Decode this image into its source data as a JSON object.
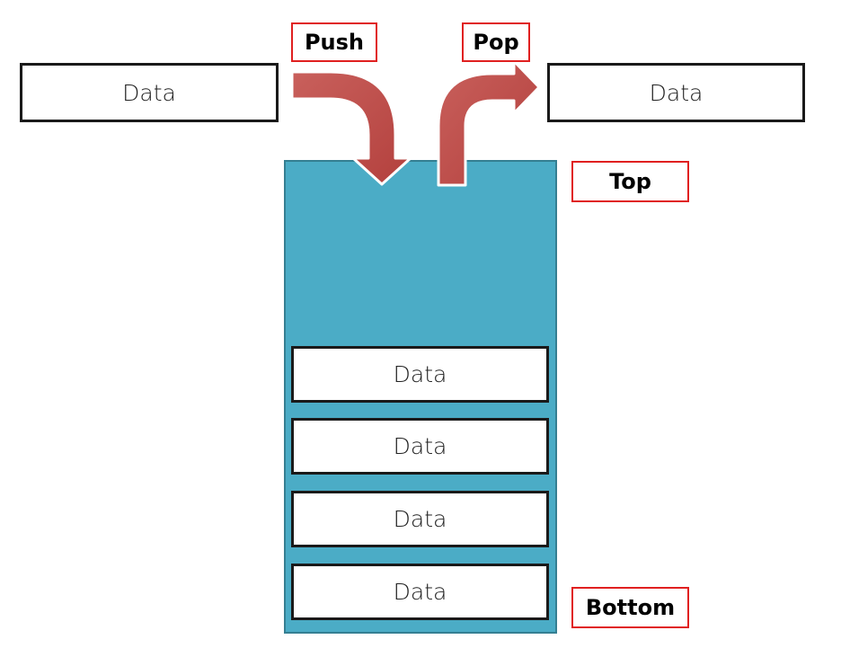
{
  "labels": {
    "push": "Push",
    "pop": "Pop",
    "top": "Top",
    "bottom": "Bottom"
  },
  "incoming_data": "Data",
  "outgoing_data": "Data",
  "stack_items": [
    "Data",
    "Data",
    "Data",
    "Data"
  ],
  "colors": {
    "stack_fill": "#4BACC6",
    "arrow_fill": "#C0504D",
    "label_border": "#E02020"
  }
}
